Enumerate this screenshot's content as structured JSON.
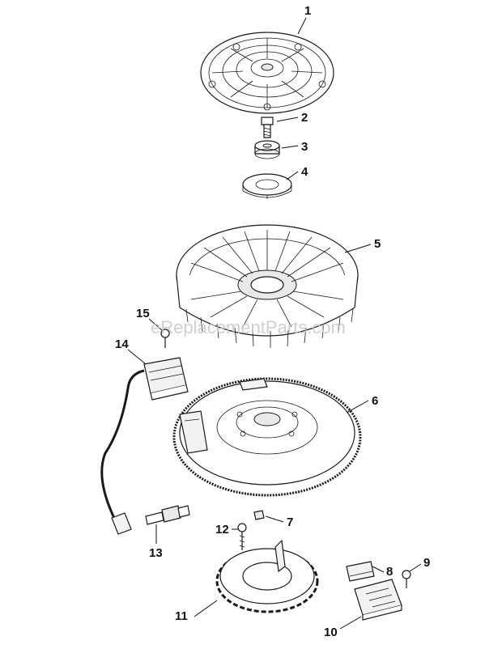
{
  "watermark": "eReplacementParts.com",
  "callouts": [
    "1",
    "2",
    "3",
    "4",
    "5",
    "6",
    "7",
    "8",
    "9",
    "10",
    "11",
    "12",
    "13",
    "14",
    "15"
  ]
}
